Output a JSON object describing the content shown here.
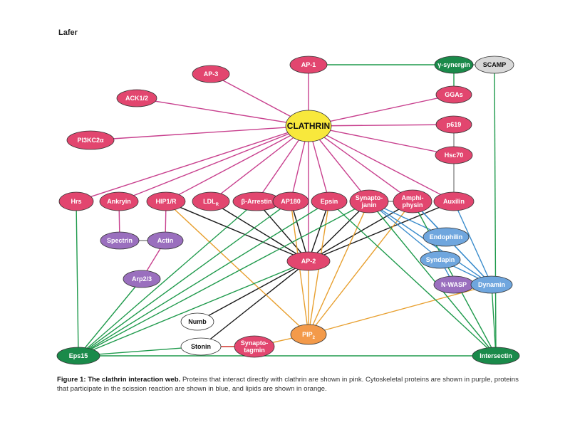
{
  "author": "Lafer",
  "caption": {
    "label": "Figure 1:",
    "bold": "The clathrin interaction web.",
    "text": "Proteins that interact directly with clathrin are shown in pink. Cytoskeletal proteins are shown in purple, proteins that participate in the scission reaction are shown in blue, and lipids are shown in orange."
  },
  "colors": {
    "pink": "#e2466f",
    "purple": "#9a6fbe",
    "blue": "#6fa6de",
    "orange": "#f39a4a",
    "green": "#1a8a4a",
    "yellow": "#f8e83c",
    "white": "#ffffff",
    "grey": "#d8d8d8",
    "edge_pink": "#c8408e",
    "edge_green": "#1f9a4c",
    "edge_black": "#1a1a1a",
    "edge_orange": "#e8a030",
    "edge_blue": "#3a8ccc",
    "edge_grey": "#888888",
    "edge_red": "#d0302a"
  },
  "nodes": [
    {
      "id": "clathrin",
      "lines": [
        "CLATHRIN"
      ],
      "color": "yellow"
    },
    {
      "id": "ap1",
      "lines": [
        "AP-1"
      ],
      "color": "pink"
    },
    {
      "id": "ap3",
      "lines": [
        "AP-3"
      ],
      "color": "pink"
    },
    {
      "id": "ack12",
      "lines": [
        "ACK1/2"
      ],
      "color": "pink"
    },
    {
      "id": "pi3kc2a",
      "lines": [
        "PI3KC2α"
      ],
      "color": "pink"
    },
    {
      "id": "synergin",
      "lines": [
        "γ-synergin"
      ],
      "color": "green"
    },
    {
      "id": "scamp",
      "lines": [
        "SCAMP"
      ],
      "color": "grey"
    },
    {
      "id": "ggas",
      "lines": [
        "GGAs"
      ],
      "color": "pink"
    },
    {
      "id": "p619",
      "lines": [
        "p619"
      ],
      "color": "pink"
    },
    {
      "id": "hsc70",
      "lines": [
        "Hsc70"
      ],
      "color": "pink"
    },
    {
      "id": "hrs",
      "lines": [
        "Hrs"
      ],
      "color": "pink"
    },
    {
      "id": "ankryin",
      "lines": [
        "Ankryin"
      ],
      "color": "pink"
    },
    {
      "id": "hip1r",
      "lines": [
        "HIP1/R"
      ],
      "color": "pink"
    },
    {
      "id": "ldl",
      "lines": [
        "LDL"
      ],
      "sub": "R",
      "color": "pink"
    },
    {
      "id": "barrestin",
      "lines": [
        "β-Arrestin"
      ],
      "color": "pink"
    },
    {
      "id": "ap180",
      "lines": [
        "AP180"
      ],
      "color": "pink"
    },
    {
      "id": "epsin",
      "lines": [
        "Epsin"
      ],
      "color": "pink"
    },
    {
      "id": "synaptojanin",
      "lines": [
        "Synapto-",
        "janin"
      ],
      "color": "pink"
    },
    {
      "id": "amphiphysin",
      "lines": [
        "Amphi-",
        "physin"
      ],
      "color": "pink"
    },
    {
      "id": "auxilin",
      "lines": [
        "Auxilin"
      ],
      "color": "pink"
    },
    {
      "id": "spectrin",
      "lines": [
        "Spectrin"
      ],
      "color": "purple"
    },
    {
      "id": "actin",
      "lines": [
        "Actin"
      ],
      "color": "purple"
    },
    {
      "id": "arp23",
      "lines": [
        "Arp2/3"
      ],
      "color": "purple"
    },
    {
      "id": "endophilin",
      "lines": [
        "Endophilin"
      ],
      "color": "blue"
    },
    {
      "id": "syndapin",
      "lines": [
        "Syndapin"
      ],
      "color": "blue"
    },
    {
      "id": "nwasp",
      "lines": [
        "N-WASP"
      ],
      "color": "purple"
    },
    {
      "id": "dynamin",
      "lines": [
        "Dynamin"
      ],
      "color": "blue"
    },
    {
      "id": "ap2",
      "lines": [
        "AP-2"
      ],
      "color": "pink"
    },
    {
      "id": "numb",
      "lines": [
        "Numb"
      ],
      "color": "white"
    },
    {
      "id": "stonin",
      "lines": [
        "Stonin"
      ],
      "color": "white"
    },
    {
      "id": "synaptotagmin",
      "lines": [
        "Synapto-",
        "tagmin"
      ],
      "color": "pink"
    },
    {
      "id": "pip2",
      "lines": [
        "PIP"
      ],
      "sub": "2",
      "color": "orange"
    },
    {
      "id": "eps15",
      "lines": [
        "Eps15"
      ],
      "color": "green"
    },
    {
      "id": "intersectin",
      "lines": [
        "Intersectin"
      ],
      "color": "green"
    }
  ],
  "edges": [
    [
      "clathrin",
      "ap1",
      "edge_pink"
    ],
    [
      "clathrin",
      "ap3",
      "edge_pink"
    ],
    [
      "clathrin",
      "ack12",
      "edge_pink"
    ],
    [
      "clathrin",
      "pi3kc2a",
      "edge_pink"
    ],
    [
      "clathrin",
      "ggas",
      "edge_pink"
    ],
    [
      "clathrin",
      "p619",
      "edge_pink"
    ],
    [
      "clathrin",
      "hsc70",
      "edge_pink"
    ],
    [
      "clathrin",
      "hrs",
      "edge_pink"
    ],
    [
      "clathrin",
      "ankryin",
      "edge_pink"
    ],
    [
      "clathrin",
      "hip1r",
      "edge_pink"
    ],
    [
      "clathrin",
      "ldl",
      "edge_pink"
    ],
    [
      "clathrin",
      "barrestin",
      "edge_pink"
    ],
    [
      "clathrin",
      "ap180",
      "edge_pink"
    ],
    [
      "clathrin",
      "epsin",
      "edge_pink"
    ],
    [
      "clathrin",
      "synaptojanin",
      "edge_pink"
    ],
    [
      "clathrin",
      "amphiphysin",
      "edge_pink"
    ],
    [
      "clathrin",
      "auxilin",
      "edge_pink"
    ],
    [
      "clathrin",
      "ap2",
      "edge_pink"
    ],
    [
      "ap1",
      "synergin",
      "edge_green"
    ],
    [
      "synergin",
      "scamp",
      "edge_grey"
    ],
    [
      "synergin",
      "ggas",
      "edge_green"
    ],
    [
      "scamp",
      "intersectin",
      "edge_green"
    ],
    [
      "p619",
      "hsc70",
      "edge_grey"
    ],
    [
      "hsc70",
      "auxilin",
      "edge_grey"
    ],
    [
      "ankryin",
      "spectrin",
      "edge_pink"
    ],
    [
      "spectrin",
      "actin",
      "edge_grey"
    ],
    [
      "hip1r",
      "actin",
      "edge_pink"
    ],
    [
      "actin",
      "arp23",
      "edge_pink"
    ],
    [
      "hip1r",
      "ap2",
      "edge_black"
    ],
    [
      "ldl",
      "ap2",
      "edge_black"
    ],
    [
      "barrestin",
      "ap2",
      "edge_black"
    ],
    [
      "ap180",
      "ap2",
      "edge_black"
    ],
    [
      "epsin",
      "ap2",
      "edge_black"
    ],
    [
      "synaptojanin",
      "ap2",
      "edge_black"
    ],
    [
      "amphiphysin",
      "ap2",
      "edge_black"
    ],
    [
      "auxilin",
      "ap2",
      "edge_black"
    ],
    [
      "ap2",
      "numb",
      "edge_black"
    ],
    [
      "ap2",
      "stonin",
      "edge_black"
    ],
    [
      "hip1r",
      "pip2",
      "edge_orange"
    ],
    [
      "ap180",
      "pip2",
      "edge_orange"
    ],
    [
      "epsin",
      "pip2",
      "edge_orange"
    ],
    [
      "synaptojanin",
      "pip2",
      "edge_orange"
    ],
    [
      "amphiphysin",
      "pip2",
      "edge_orange"
    ],
    [
      "ap2",
      "pip2",
      "edge_orange"
    ],
    [
      "synaptotagmin",
      "pip2",
      "edge_orange"
    ],
    [
      "dynamin",
      "pip2",
      "edge_orange"
    ],
    [
      "synaptojanin",
      "endophilin",
      "edge_blue"
    ],
    [
      "synaptojanin",
      "syndapin",
      "edge_blue"
    ],
    [
      "synaptojanin",
      "dynamin",
      "edge_blue"
    ],
    [
      "amphiphysin",
      "endophilin",
      "edge_blue"
    ],
    [
      "amphiphysin",
      "dynamin",
      "edge_blue"
    ],
    [
      "endophilin",
      "dynamin",
      "edge_blue"
    ],
    [
      "syndapin",
      "dynamin",
      "edge_blue"
    ],
    [
      "syndapin",
      "nwasp",
      "edge_blue"
    ],
    [
      "auxilin",
      "dynamin",
      "edge_blue"
    ],
    [
      "synaptojanin",
      "amphiphysin",
      "edge_grey"
    ],
    [
      "stonin",
      "synaptotagmin",
      "edge_red"
    ],
    [
      "hrs",
      "eps15",
      "edge_green"
    ],
    [
      "arp23",
      "eps15",
      "edge_green"
    ],
    [
      "barrestin",
      "eps15",
      "edge_green"
    ],
    [
      "ap180",
      "eps15",
      "edge_green"
    ],
    [
      "epsin",
      "eps15",
      "edge_green"
    ],
    [
      "synaptojanin",
      "eps15",
      "edge_green"
    ],
    [
      "ap2",
      "eps15",
      "edge_green"
    ],
    [
      "stonin",
      "eps15",
      "edge_green"
    ],
    [
      "eps15",
      "intersectin",
      "edge_green"
    ],
    [
      "synaptojanin",
      "intersectin",
      "edge_green"
    ],
    [
      "epsin",
      "intersectin",
      "edge_green"
    ],
    [
      "dynamin",
      "intersectin",
      "edge_green"
    ],
    [
      "amphiphysin",
      "intersectin",
      "edge_green"
    ]
  ]
}
